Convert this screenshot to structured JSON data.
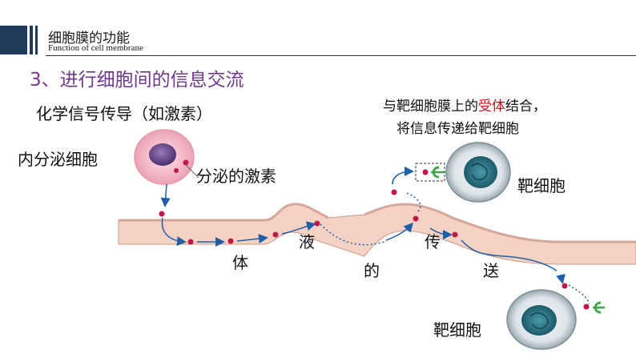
{
  "header": {
    "title": "细胞膜的功能",
    "subtitle": "Function of cell membrane"
  },
  "section_title": "3、进行细胞间的信息交流",
  "subheading": "化学信号传导（如激素）",
  "note": {
    "line1_prefix": "与靶细胞膜上的",
    "line1_highlight": "受体",
    "line1_suffix": "结合，",
    "line2": "将信息传递给靶细胞"
  },
  "labels": {
    "secreting_cell": "内分泌细胞",
    "secretion": "分泌的激素",
    "target_cell_top": "靶细胞",
    "target_cell_bottom": "靶细胞",
    "flow_1": "体",
    "flow_2": "液",
    "flow_3": "的",
    "flow_4": "传",
    "flow_5": "送"
  },
  "colors": {
    "accent_purple": "#6f3a8c",
    "highlight_red": "#d0101c",
    "hormone": "#c0184a",
    "arrow_blue": "#1f5fa8",
    "receptor_green": "#3aa64a",
    "vessel": "#f6d2c4",
    "header_navy": "#1f3a5a"
  }
}
